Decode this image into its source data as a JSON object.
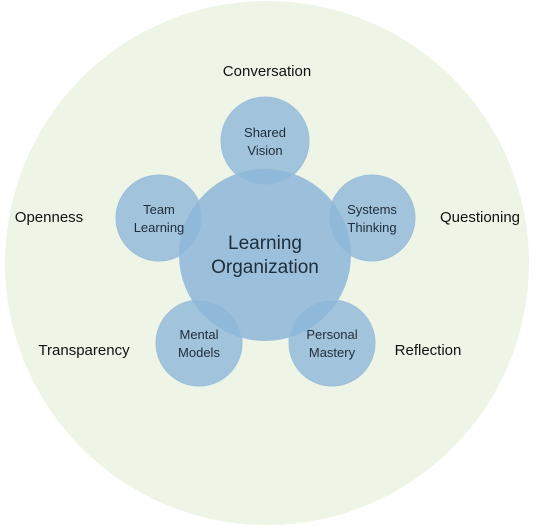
{
  "diagram": {
    "center": {
      "line1": "Learning",
      "line2": "Organization"
    },
    "disciplines": [
      {
        "line1": "Shared",
        "line2": "Vision"
      },
      {
        "line1": "Systems",
        "line2": "Thinking"
      },
      {
        "line1": "Personal",
        "line2": "Mastery"
      },
      {
        "line1": "Mental",
        "line2": "Models"
      },
      {
        "line1": "Team",
        "line2": "Learning"
      }
    ],
    "context": [
      "Conversation",
      "Questioning",
      "Reflection",
      "Transparency",
      "Openness"
    ]
  },
  "colors": {
    "background_circle": "#eef5e6",
    "center_circle": "#8db6d8",
    "discipline_circle": "#8db6d8",
    "circle_stroke": "#9dbfdc"
  }
}
